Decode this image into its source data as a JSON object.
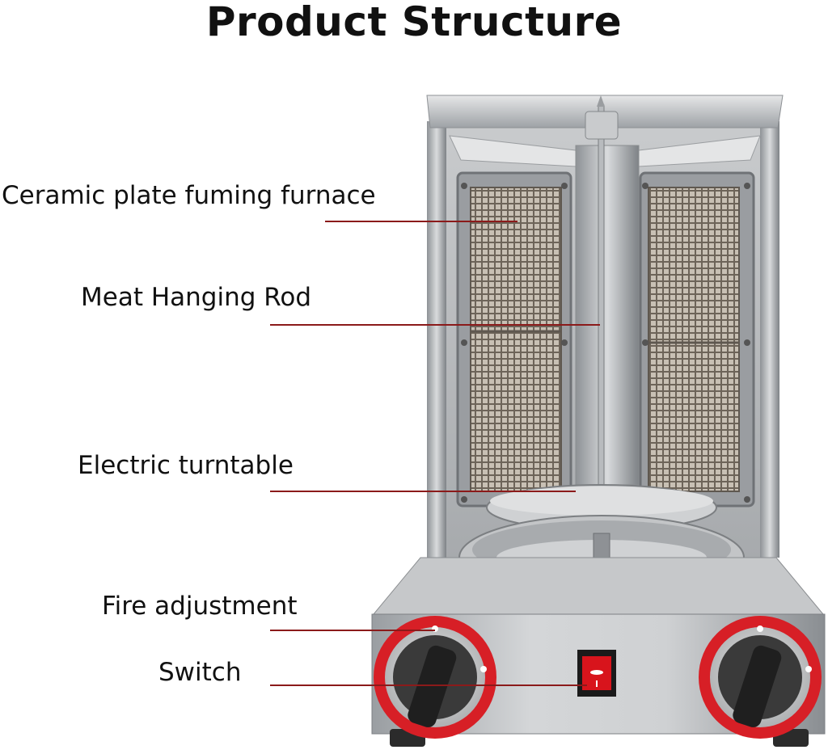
{
  "title": "Product Structure",
  "callouts": [
    {
      "label": "Ceramic plate fuming furnace"
    },
    {
      "label": "Meat Hanging Rod"
    },
    {
      "label": "Electric turntable"
    },
    {
      "label": "Fire adjustment"
    },
    {
      "label": "Switch"
    }
  ],
  "colors": {
    "leader_line": "#8b1a1a",
    "knob_ring": "#e0262b",
    "switch": "#d8141c",
    "steel": "#b9bcbf"
  }
}
